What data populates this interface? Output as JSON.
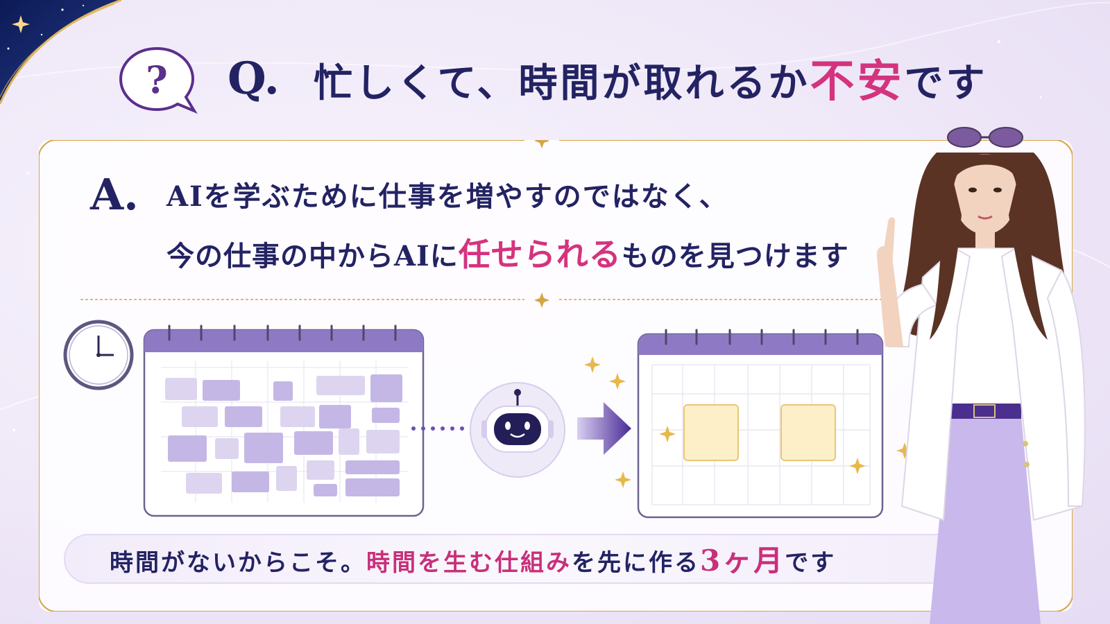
{
  "question": {
    "prefix": "Q.",
    "text_before": "忙しくて、時間が取れるか",
    "text_accent": "不安",
    "text_after": "です"
  },
  "answer": {
    "prefix": "A.",
    "line1": "AIを学ぶために仕事を増やすのではなく、",
    "line2_before": "今の仕事の中からAIに",
    "line2_accent": "任せられる",
    "line2_after": "ものを見つけます"
  },
  "banner": {
    "part1": "時間がないからこそ。",
    "part2_accent": "時間を生む仕組み",
    "part3": "を先に作る",
    "part4_accent": "3ヶ月",
    "part5": "です"
  },
  "colors": {
    "navy": "#232363",
    "accent_pink": "#d4337e",
    "purple": "#8e7ac4",
    "gold": "#d6a441"
  },
  "icons": [
    "question-bubble-icon",
    "clock-icon",
    "calendar-icon",
    "robot-icon",
    "arrow-right-icon",
    "sparkle-icon"
  ]
}
